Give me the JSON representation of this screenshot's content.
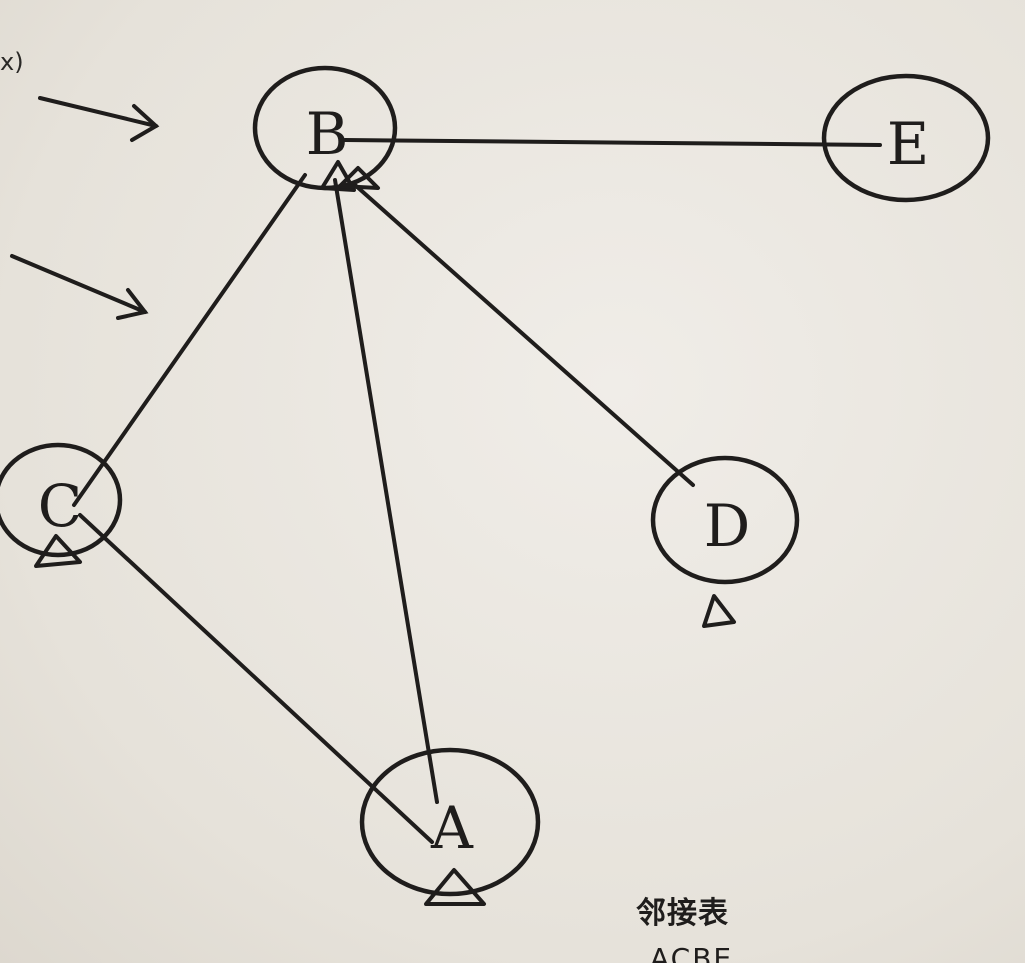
{
  "fragment_text": "x)",
  "nodes": [
    {
      "id": "B",
      "label": "B"
    },
    {
      "id": "E",
      "label": "E"
    },
    {
      "id": "C",
      "label": "C"
    },
    {
      "id": "D",
      "label": "D"
    },
    {
      "id": "A",
      "label": "A"
    }
  ],
  "edges": [
    {
      "from": "B",
      "to": "E"
    },
    {
      "from": "B",
      "to": "C"
    },
    {
      "from": "B",
      "to": "A"
    },
    {
      "from": "B",
      "to": "D"
    },
    {
      "from": "C",
      "to": "A"
    }
  ],
  "caption": {
    "title": "邻接表",
    "subtitle": "ACBE"
  }
}
